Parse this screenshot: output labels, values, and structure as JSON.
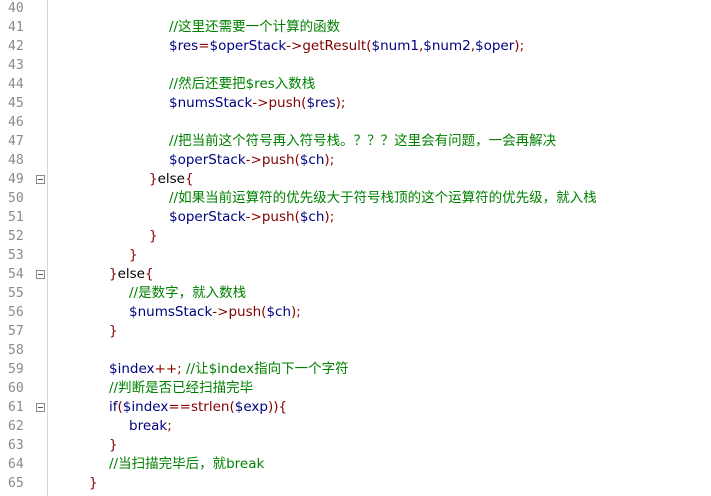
{
  "colors": {
    "background": "#ffffff",
    "gutter_text": "#8a8a8a",
    "variable": "#000080",
    "function": "#800000",
    "punctuation": "#8b0000",
    "comment": "#008000",
    "keyword": "#000000"
  },
  "lines": [
    {
      "n": "40",
      "fold": false,
      "indent": 0,
      "tokens": []
    },
    {
      "n": "41",
      "fold": false,
      "indent": 4,
      "tokens": [
        {
          "t": "cmt",
          "v": "//这里还需要一个计算的函数"
        }
      ]
    },
    {
      "n": "42",
      "fold": false,
      "indent": 4,
      "tokens": [
        {
          "t": "var",
          "v": "$res"
        },
        {
          "t": "punc",
          "v": "="
        },
        {
          "t": "var",
          "v": "$operStack"
        },
        {
          "t": "punc",
          "v": "->"
        },
        {
          "t": "fn",
          "v": "getResult"
        },
        {
          "t": "punc",
          "v": "("
        },
        {
          "t": "var",
          "v": "$num1"
        },
        {
          "t": "punc",
          "v": ","
        },
        {
          "t": "var",
          "v": "$num2"
        },
        {
          "t": "punc",
          "v": ","
        },
        {
          "t": "var",
          "v": "$oper"
        },
        {
          "t": "punc",
          "v": ");"
        }
      ]
    },
    {
      "n": "43",
      "fold": false,
      "indent": 0,
      "tokens": []
    },
    {
      "n": "44",
      "fold": false,
      "indent": 4,
      "tokens": [
        {
          "t": "cmt",
          "v": "//然后还要把$res入数栈"
        }
      ]
    },
    {
      "n": "45",
      "fold": false,
      "indent": 4,
      "tokens": [
        {
          "t": "var",
          "v": "$numsStack"
        },
        {
          "t": "punc",
          "v": "->"
        },
        {
          "t": "fn",
          "v": "push"
        },
        {
          "t": "punc",
          "v": "("
        },
        {
          "t": "var",
          "v": "$res"
        },
        {
          "t": "punc",
          "v": ");"
        }
      ]
    },
    {
      "n": "46",
      "fold": false,
      "indent": 0,
      "tokens": []
    },
    {
      "n": "47",
      "fold": false,
      "indent": 4,
      "tokens": [
        {
          "t": "cmt",
          "v": "//把当前这个符号再入符号栈。？？？这里会有问题，一会再解决"
        }
      ]
    },
    {
      "n": "48",
      "fold": false,
      "indent": 4,
      "tokens": [
        {
          "t": "var",
          "v": "$operStack"
        },
        {
          "t": "punc",
          "v": "->"
        },
        {
          "t": "fn",
          "v": "push"
        },
        {
          "t": "punc",
          "v": "("
        },
        {
          "t": "var",
          "v": "$ch"
        },
        {
          "t": "punc",
          "v": ");"
        }
      ]
    },
    {
      "n": "49",
      "fold": true,
      "indent": 3,
      "tokens": [
        {
          "t": "punc",
          "v": "}"
        },
        {
          "t": "kw",
          "v": "else"
        },
        {
          "t": "punc",
          "v": "{"
        }
      ]
    },
    {
      "n": "50",
      "fold": false,
      "indent": 4,
      "tokens": [
        {
          "t": "cmt",
          "v": "//如果当前运算符的优先级大于符号栈顶的这个运算符的优先级，就入栈"
        }
      ]
    },
    {
      "n": "51",
      "fold": false,
      "indent": 4,
      "tokens": [
        {
          "t": "var",
          "v": "$operStack"
        },
        {
          "t": "punc",
          "v": "->"
        },
        {
          "t": "fn",
          "v": "push"
        },
        {
          "t": "punc",
          "v": "("
        },
        {
          "t": "var",
          "v": "$ch"
        },
        {
          "t": "punc",
          "v": ");"
        }
      ]
    },
    {
      "n": "52",
      "fold": false,
      "indent": 3,
      "tokens": [
        {
          "t": "punc",
          "v": "}"
        }
      ]
    },
    {
      "n": "53",
      "fold": false,
      "indent": 2,
      "tokens": [
        {
          "t": "punc",
          "v": "}"
        }
      ]
    },
    {
      "n": "54",
      "fold": true,
      "indent": 1,
      "tokens": [
        {
          "t": "punc",
          "v": "}"
        },
        {
          "t": "kw",
          "v": "else"
        },
        {
          "t": "punc",
          "v": "{"
        }
      ]
    },
    {
      "n": "55",
      "fold": false,
      "indent": 2,
      "tokens": [
        {
          "t": "cmt",
          "v": "//是数字，就入数栈"
        }
      ]
    },
    {
      "n": "56",
      "fold": false,
      "indent": 2,
      "tokens": [
        {
          "t": "var",
          "v": "$numsStack"
        },
        {
          "t": "punc",
          "v": "->"
        },
        {
          "t": "fn",
          "v": "push"
        },
        {
          "t": "punc",
          "v": "("
        },
        {
          "t": "var",
          "v": "$ch"
        },
        {
          "t": "punc",
          "v": ");"
        }
      ]
    },
    {
      "n": "57",
      "fold": false,
      "indent": 1,
      "tokens": [
        {
          "t": "punc",
          "v": "}"
        }
      ]
    },
    {
      "n": "58",
      "fold": false,
      "indent": 0,
      "tokens": []
    },
    {
      "n": "59",
      "fold": false,
      "indent": 1,
      "tokens": [
        {
          "t": "var",
          "v": "$index"
        },
        {
          "t": "punc",
          "v": "++;"
        },
        {
          "t": "cmt",
          "v": " //让$index指向下一个字符"
        }
      ]
    },
    {
      "n": "60",
      "fold": false,
      "indent": 1,
      "tokens": [
        {
          "t": "cmt",
          "v": "//判断是否已经扫描完毕"
        }
      ]
    },
    {
      "n": "61",
      "fold": true,
      "indent": 1,
      "tokens": [
        {
          "t": "ctl",
          "v": "if"
        },
        {
          "t": "punc",
          "v": "("
        },
        {
          "t": "var",
          "v": "$index"
        },
        {
          "t": "punc",
          "v": "=="
        },
        {
          "t": "fn",
          "v": "strlen"
        },
        {
          "t": "punc",
          "v": "("
        },
        {
          "t": "var",
          "v": "$exp"
        },
        {
          "t": "punc",
          "v": ")){"
        }
      ]
    },
    {
      "n": "62",
      "fold": false,
      "indent": 2,
      "tokens": [
        {
          "t": "ctl",
          "v": "break"
        },
        {
          "t": "punc",
          "v": ";"
        }
      ]
    },
    {
      "n": "63",
      "fold": false,
      "indent": 1,
      "tokens": [
        {
          "t": "punc",
          "v": "}"
        }
      ]
    },
    {
      "n": "64",
      "fold": false,
      "indent": 1,
      "tokens": [
        {
          "t": "cmt",
          "v": "//当扫描完毕后，就break"
        }
      ]
    },
    {
      "n": "65",
      "fold": false,
      "indent": 0,
      "tokens": [
        {
          "t": "punc",
          "v": "}"
        }
      ]
    }
  ]
}
